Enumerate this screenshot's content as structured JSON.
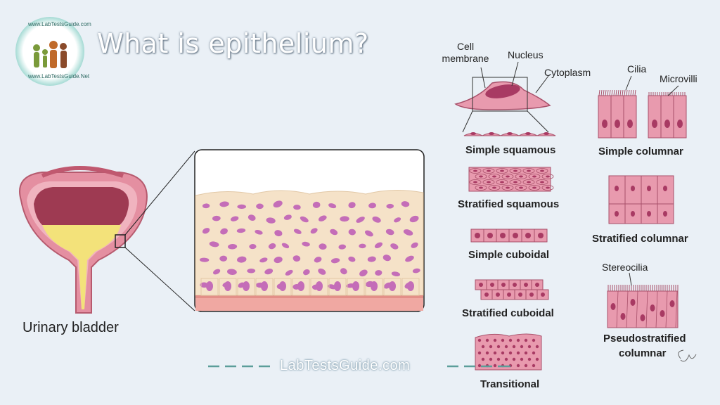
{
  "header": {
    "title": "What is epithelium?",
    "logo_text_top": "www.LabTestsGuide.com",
    "logo_text_bottom": "www.LabTestsGuide.Net"
  },
  "bladder": {
    "label": "Urinary bladder"
  },
  "cell_parts": {
    "cell_membrane": "Cell membrane",
    "nucleus": "Nucleus",
    "cytoplasm": "Cytoplasm",
    "cilia": "Cilia",
    "microvilli": "Microvilli",
    "stereocilia": "Stereocilia"
  },
  "types": {
    "simple_squamous": "Simple squamous",
    "stratified_squamous": "Stratified squamous",
    "simple_cuboidal": "Simple cuboidal",
    "stratified_cuboidal": "Stratified cuboidal",
    "transitional": "Transitional",
    "simple_columnar": "Simple columnar",
    "stratified_columnar": "Stratified columnar",
    "pseudostratified_line1": "Pseudostratified",
    "pseudostratified_line2": "columnar"
  },
  "watermark": "LabTestsGuide.com",
  "colors": {
    "background": "#eaf0f6",
    "cell_pink": "#e89aae",
    "nucleus": "#a83a63",
    "tissue_beige": "#f5e2c8",
    "tissue_nucleus": "#c46db8",
    "urine": "#f3e27a",
    "accent_teal": "#5c9e9a"
  }
}
